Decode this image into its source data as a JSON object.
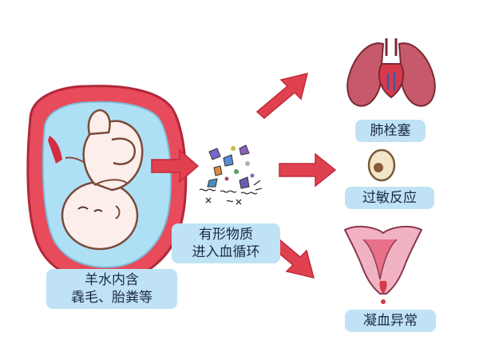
{
  "source": {
    "line1": "羊水内含",
    "line2": "毳毛、胎粪等"
  },
  "middle": {
    "line1": "有形物质",
    "line2": "进入血循环"
  },
  "outcomes": [
    {
      "label": "肺栓塞",
      "icon": "lungs-heart-icon"
    },
    {
      "label": "过敏反应",
      "icon": "egg-cell-icon"
    },
    {
      "label": "凝血异常",
      "icon": "uterus-icon"
    }
  ],
  "colors": {
    "label_bg": "#bfe3f5",
    "arrow": "#e0414f",
    "uterus_wall": "#e84b5b",
    "amniotic": "#aee0f5",
    "skin": "#fcefeb"
  }
}
